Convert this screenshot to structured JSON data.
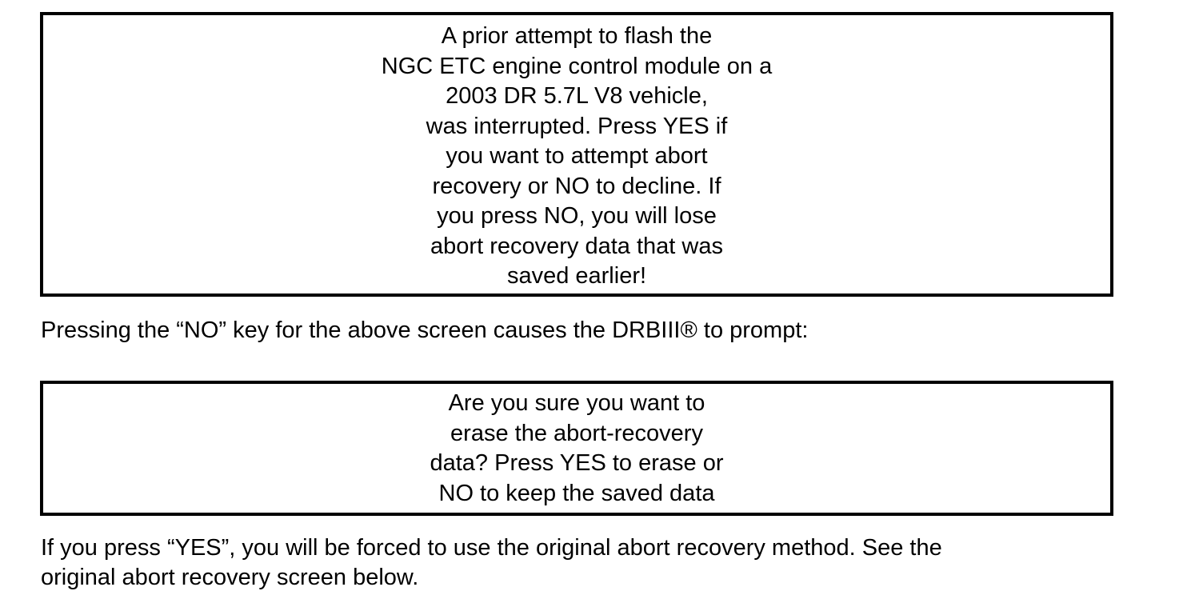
{
  "page": {
    "background_color": "#ffffff",
    "text_color": "#000000",
    "box_border_color": "#000000"
  },
  "screen1": {
    "lines": [
      "A prior attempt to flash the",
      "NGC ETC engine control module on a",
      "2003 DR 5.7L V8 vehicle,",
      "was interrupted. Press YES if",
      "you want to attempt abort",
      "recovery or NO to decline. If",
      "you press NO, you will lose",
      "abort recovery data that was",
      "saved earlier!"
    ]
  },
  "paragraph1": {
    "text": "Pressing the “NO” key for the above screen causes the DRBIII® to prompt:"
  },
  "screen2": {
    "lines": [
      "Are you sure you want to",
      "erase the abort-recovery",
      "data? Press YES to erase or",
      "NO to keep the saved data"
    ]
  },
  "paragraph2": {
    "line1": "If you press “YES”, you will be forced to use the original abort recovery method. See the",
    "line2": "original abort recovery screen below."
  }
}
